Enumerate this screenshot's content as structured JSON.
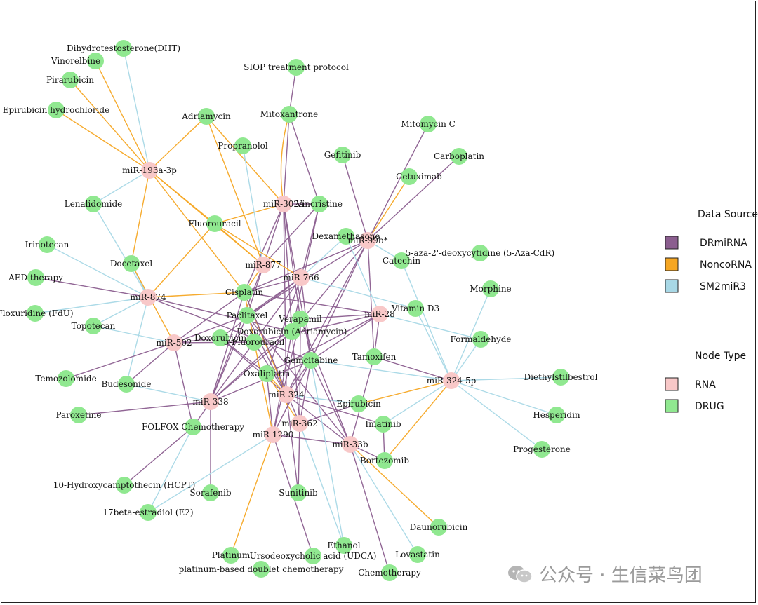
{
  "legend": {
    "source_title": "Data Source",
    "sources": [
      {
        "name": "DRmiRNA",
        "color": "#8B5E8F"
      },
      {
        "name": "NoncoRNA",
        "color": "#F5A623"
      },
      {
        "name": "SM2miR3",
        "color": "#A8D8E6"
      }
    ],
    "type_title": "Node Type",
    "types": [
      {
        "name": "RNA",
        "color": "#F8C8C8"
      },
      {
        "name": "DRUG",
        "color": "#90E890"
      }
    ]
  },
  "watermark": "公众号 · 生信菜鸟团",
  "rna_nodes": [
    "miR-193a-3p",
    "miR-302a",
    "miR-99b*",
    "miR-877",
    "miR-766",
    "miR-874",
    "miR-28",
    "miR-502",
    "miR-324-5p",
    "miR-338",
    "miR-324",
    "miR-362",
    "miR-1290",
    "miR-33b"
  ],
  "drug_nodes": [
    "Dihydrotestosterone(DHT)",
    "Vinorelbine",
    "Pirarubicin",
    "Epirubicin hydrochloride",
    "SIOP treatment protocol",
    "Adriamycin",
    "Mitoxantrone",
    "Mitomycin C",
    "Gefitinib",
    "Propranolol",
    "Carboplatin",
    "Cetuximab",
    "Lenalidomide",
    "Vincristine",
    "Fluorouracil",
    "Dexamethasone",
    "5-aza-2'-deoxycytidine (5-Aza-CdR)",
    "Irinotecan",
    "Catechin",
    "Docetaxel",
    "AED therapy",
    "Morphine",
    "Cisplatin",
    "Vitamin D3",
    "Floxuridine (FdU)",
    "Paclitaxel",
    "Verapamil",
    "Topotecan",
    "Doxorubicin (Adriamycin)",
    "Formaldehyde",
    "5-Fluorouracil",
    "Doxorubicin",
    "Tamoxifen",
    "Gemcitabine",
    "Diethylstilbestrol",
    "Oxaliplatin",
    "Temozolomide",
    "Budesonide",
    "Epirubicin",
    "Hesperidin",
    "FOLFOX Chemotherapy",
    "Paroxetine",
    "Imatinib",
    "Progesterone",
    "Bortezomib",
    "10-Hydroxycamptothecin (HCPT)",
    "Sorafenib",
    "Sunitinib",
    "17beta-estradiol (E2)",
    "Daunorubicin",
    "Ethanol",
    "Platinum",
    "Ursodeoxycholic acid (UDCA)",
    "Lovastatin",
    "platinum-based doublet chemotherapy",
    "Chemotherapy"
  ],
  "edges": [
    [
      "miR-193a-3p",
      "Dihydrotestosterone(DHT)",
      "SM2miR3"
    ],
    [
      "miR-193a-3p",
      "Vinorelbine",
      "NoncoRNA"
    ],
    [
      "miR-193a-3p",
      "Pirarubicin",
      "NoncoRNA"
    ],
    [
      "miR-193a-3p",
      "Epirubicin hydrochloride",
      "NoncoRNA"
    ],
    [
      "miR-193a-3p",
      "Adriamycin",
      "NoncoRNA"
    ],
    [
      "miR-193a-3p",
      "Lenalidomide",
      "SM2miR3"
    ],
    [
      "miR-193a-3p",
      "Fluorouracil",
      "NoncoRNA"
    ],
    [
      "miR-193a-3p",
      "Docetaxel",
      "NoncoRNA"
    ],
    [
      "miR-193a-3p",
      "Cisplatin",
      "NoncoRNA"
    ],
    [
      "miR-193a-3p",
      "miR-877",
      "NoncoRNA"
    ],
    [
      "miR-302a",
      "Mitoxantrone",
      "DRmiRNA"
    ],
    [
      "miR-302a",
      "Mitoxantrone",
      "NoncoRNA"
    ],
    [
      "miR-302a",
      "Adriamycin",
      "NoncoRNA"
    ],
    [
      "miR-302a",
      "Vincristine",
      "DRmiRNA"
    ],
    [
      "miR-302a",
      "Fluorouracil",
      "NoncoRNA"
    ],
    [
      "miR-302a",
      "Cisplatin",
      "DRmiRNA"
    ],
    [
      "miR-302a",
      "Paclitaxel",
      "DRmiRNA"
    ],
    [
      "miR-302a",
      "Doxorubicin (Adriamycin)",
      "DRmiRNA"
    ],
    [
      "miR-302a",
      "Gemcitabine",
      "DRmiRNA"
    ],
    [
      "miR-302a",
      "miR-324",
      "DRmiRNA"
    ],
    [
      "miR-302a",
      "Verapamil",
      "DRmiRNA"
    ],
    [
      "Mitoxantrone",
      "SIOP treatment protocol",
      "DRmiRNA"
    ],
    [
      "Mitoxantrone",
      "Vincristine",
      "DRmiRNA"
    ],
    [
      "miR-99b*",
      "Mitomycin C",
      "DRmiRNA"
    ],
    [
      "miR-99b*",
      "Gefitinib",
      "DRmiRNA"
    ],
    [
      "miR-99b*",
      "Carboplatin",
      "DRmiRNA"
    ],
    [
      "miR-99b*",
      "Cetuximab",
      "NoncoRNA"
    ],
    [
      "miR-99b*",
      "Dexamethasone",
      "DRmiRNA"
    ],
    [
      "miR-99b*",
      "Catechin",
      "SM2miR3"
    ],
    [
      "miR-99b*",
      "Cisplatin",
      "DRmiRNA"
    ],
    [
      "miR-99b*",
      "Doxorubicin (Adriamycin)",
      "DRmiRNA"
    ],
    [
      "miR-99b*",
      "Gemcitabine",
      "DRmiRNA"
    ],
    [
      "miR-99b*",
      "Tamoxifen",
      "DRmiRNA"
    ],
    [
      "miR-99b*",
      "Paclitaxel",
      "DRmiRNA"
    ],
    [
      "miR-99b*",
      "miR-324",
      "DRmiRNA"
    ],
    [
      "miR-877",
      "Propranolol",
      "SM2miR3"
    ],
    [
      "miR-877",
      "Adriamycin",
      "NoncoRNA"
    ],
    [
      "miR-877",
      "Fluorouracil",
      "NoncoRNA"
    ],
    [
      "miR-877",
      "Cisplatin",
      "NoncoRNA"
    ],
    [
      "miR-877",
      "miR-338",
      "DRmiRNA"
    ],
    [
      "miR-877",
      "Vincristine",
      "DRmiRNA"
    ],
    [
      "miR-766",
      "Vincristine",
      "DRmiRNA"
    ],
    [
      "miR-766",
      "Dexamethasone",
      "SM2miR3"
    ],
    [
      "miR-766",
      "Fluorouracil",
      "NoncoRNA"
    ],
    [
      "miR-766",
      "Cisplatin",
      "DRmiRNA"
    ],
    [
      "miR-766",
      "Vitamin D3",
      "SM2miR3"
    ],
    [
      "miR-766",
      "Paclitaxel",
      "DRmiRNA"
    ],
    [
      "miR-766",
      "Oxaliplatin",
      "DRmiRNA"
    ],
    [
      "miR-766",
      "miR-338",
      "DRmiRNA"
    ],
    [
      "miR-766",
      "Doxorubicin",
      "DRmiRNA"
    ],
    [
      "miR-766",
      "Gemcitabine",
      "DRmiRNA"
    ],
    [
      "miR-874",
      "Irinotecan",
      "SM2miR3"
    ],
    [
      "miR-874",
      "Docetaxel",
      "SM2miR3"
    ],
    [
      "miR-874",
      "AED therapy",
      "DRmiRNA"
    ],
    [
      "miR-874",
      "Floxuridine (FdU)",
      "SM2miR3"
    ],
    [
      "miR-874",
      "Topotecan",
      "SM2miR3"
    ],
    [
      "miR-874",
      "Cisplatin",
      "NoncoRNA"
    ],
    [
      "miR-874",
      "Fluorouracil",
      "NoncoRNA"
    ],
    [
      "miR-874",
      "Doxorubicin (Adriamycin)",
      "DRmiRNA"
    ],
    [
      "miR-874",
      "Gemcitabine",
      "DRmiRNA"
    ],
    [
      "miR-874",
      "Budesonide",
      "SM2miR3"
    ],
    [
      "miR-874",
      "Lenalidomide",
      "SM2miR3"
    ],
    [
      "miR-28",
      "Tamoxifen",
      "DRmiRNA"
    ],
    [
      "miR-28",
      "Formaldehyde",
      "SM2miR3"
    ],
    [
      "miR-28",
      "Verapamil",
      "DRmiRNA"
    ],
    [
      "miR-28",
      "Cisplatin",
      "DRmiRNA"
    ],
    [
      "miR-28",
      "5-Fluorouracil",
      "DRmiRNA"
    ],
    [
      "miR-28",
      "Dexamethasone",
      "SM2miR3"
    ],
    [
      "miR-28",
      "Gemcitabine",
      "DRmiRNA"
    ],
    [
      "miR-28",
      "Oxaliplatin",
      "DRmiRNA"
    ],
    [
      "miR-502",
      "Topotecan",
      "SM2miR3"
    ],
    [
      "miR-502",
      "Temozolomide",
      "DRmiRNA"
    ],
    [
      "miR-502",
      "Budesonide",
      "DRmiRNA"
    ],
    [
      "miR-502",
      "Docetaxel",
      "NoncoRNA"
    ],
    [
      "miR-502",
      "Cisplatin",
      "DRmiRNA"
    ],
    [
      "miR-502",
      "Doxorubicin",
      "DRmiRNA"
    ],
    [
      "miR-502",
      "FOLFOX Chemotherapy",
      "DRmiRNA"
    ],
    [
      "miR-502",
      "5-Fluorouracil",
      "DRmiRNA"
    ],
    [
      "miR-502",
      "Paclitaxel",
      "DRmiRNA"
    ],
    [
      "miR-324-5p",
      "Vitamin D3",
      "SM2miR3"
    ],
    [
      "miR-324-5p",
      "Morphine",
      "SM2miR3"
    ],
    [
      "miR-324-5p",
      "Diethylstilbestrol",
      "SM2miR3"
    ],
    [
      "miR-324-5p",
      "Hesperidin",
      "SM2miR3"
    ],
    [
      "miR-324-5p",
      "Progesterone",
      "SM2miR3"
    ],
    [
      "miR-324-5p",
      "Tamoxifen",
      "DRmiRNA"
    ],
    [
      "miR-324-5p",
      "Gemcitabine",
      "SM2miR3"
    ],
    [
      "miR-324-5p",
      "Bortezomib",
      "NoncoRNA"
    ],
    [
      "miR-324-5p",
      "Epirubicin",
      "NoncoRNA"
    ],
    [
      "miR-324-5p",
      "Catechin",
      "SM2miR3"
    ],
    [
      "miR-324-5p",
      "Formaldehyde",
      "SM2miR3"
    ],
    [
      "miR-324-5p",
      "Imatinib",
      "SM2miR3"
    ],
    [
      "miR-338",
      "Paroxetine",
      "DRmiRNA"
    ],
    [
      "miR-338",
      "FOLFOX Chemotherapy",
      "DRmiRNA"
    ],
    [
      "miR-338",
      "Sorafenib",
      "DRmiRNA"
    ],
    [
      "miR-338",
      "Cisplatin",
      "DRmiRNA"
    ],
    [
      "miR-338",
      "Budesonide",
      "SM2miR3"
    ],
    [
      "miR-338",
      "Verapamil",
      "DRmiRNA"
    ],
    [
      "miR-338",
      "Paclitaxel",
      "DRmiRNA"
    ],
    [
      "miR-338",
      "Doxorubicin (Adriamycin)",
      "DRmiRNA"
    ],
    [
      "miR-338",
      "Gemcitabine",
      "DRmiRNA"
    ],
    [
      "miR-324",
      "Oxaliplatin",
      "NoncoRNA"
    ],
    [
      "miR-324",
      "Doxorubicin",
      "DRmiRNA"
    ],
    [
      "miR-324",
      "Gemcitabine",
      "DRmiRNA"
    ],
    [
      "miR-324",
      "Epirubicin",
      "SM2miR3"
    ],
    [
      "miR-324",
      "Imatinib",
      "DRmiRNA"
    ],
    [
      "miR-324",
      "Paclitaxel",
      "DRmiRNA"
    ],
    [
      "miR-324",
      "5-Fluorouracil",
      "DRmiRNA"
    ],
    [
      "miR-324",
      "Sunitinib",
      "DRmiRNA"
    ],
    [
      "miR-324",
      "miR-33b",
      "DRmiRNA"
    ],
    [
      "miR-324",
      "Cisplatin",
      "NoncoRNA"
    ],
    [
      "miR-362",
      "Gemcitabine",
      "DRmiRNA"
    ],
    [
      "miR-362",
      "Epirubicin",
      "DRmiRNA"
    ],
    [
      "miR-362",
      "Sunitinib",
      "DRmiRNA"
    ],
    [
      "miR-362",
      "Ethanol",
      "SM2miR3"
    ],
    [
      "miR-362",
      "Oxaliplatin",
      "NoncoRNA"
    ],
    [
      "miR-362",
      "Cisplatin",
      "DRmiRNA"
    ],
    [
      "miR-362",
      "Verapamil",
      "DRmiRNA"
    ],
    [
      "miR-362",
      "Doxorubicin (Adriamycin)",
      "DRmiRNA"
    ],
    [
      "miR-1290",
      "Platinum",
      "NoncoRNA"
    ],
    [
      "miR-1290",
      "Ursodeoxycholic acid (UDCA)",
      "DRmiRNA"
    ],
    [
      "miR-1290",
      "17beta-estradiol (E2)",
      "SM2miR3"
    ],
    [
      "miR-1290",
      "Oxaliplatin",
      "DRmiRNA"
    ],
    [
      "miR-1290",
      "Doxorubicin (Adriamycin)",
      "DRmiRNA"
    ],
    [
      "miR-1290",
      "Verapamil",
      "DRmiRNA"
    ],
    [
      "miR-1290",
      "Gemcitabine",
      "DRmiRNA"
    ],
    [
      "miR-1290",
      "miR-33b",
      "DRmiRNA"
    ],
    [
      "miR-1290",
      "Cisplatin",
      "NoncoRNA"
    ],
    [
      "miR-33b",
      "Bortezomib",
      "DRmiRNA"
    ],
    [
      "miR-33b",
      "Daunorubicin",
      "NoncoRNA"
    ],
    [
      "miR-33b",
      "Lovastatin",
      "SM2miR3"
    ],
    [
      "miR-33b",
      "Chemotherapy",
      "DRmiRNA"
    ],
    [
      "miR-33b",
      "Gemcitabine",
      "DRmiRNA"
    ],
    [
      "miR-33b",
      "Paclitaxel",
      "DRmiRNA"
    ],
    [
      "miR-33b",
      "Verapamil",
      "DRmiRNA"
    ],
    [
      "miR-33b",
      "Tamoxifen",
      "DRmiRNA"
    ],
    [
      "FOLFOX Chemotherapy",
      "10-Hydroxycamptothecin (HCPT)",
      "DRmiRNA"
    ],
    [
      "FOLFOX Chemotherapy",
      "17beta-estradiol (E2)",
      "SM2miR3"
    ],
    [
      "Bortezomib",
      "Imatinib",
      "DRmiRNA"
    ],
    [
      "Doxorubicin",
      "Oxaliplatin",
      "DRmiRNA"
    ],
    [
      "Ethanol",
      "Gemcitabine",
      "SM2miR3"
    ],
    [
      "Vincristine",
      "Doxorubicin (Adriamycin)",
      "DRmiRNA"
    ]
  ]
}
